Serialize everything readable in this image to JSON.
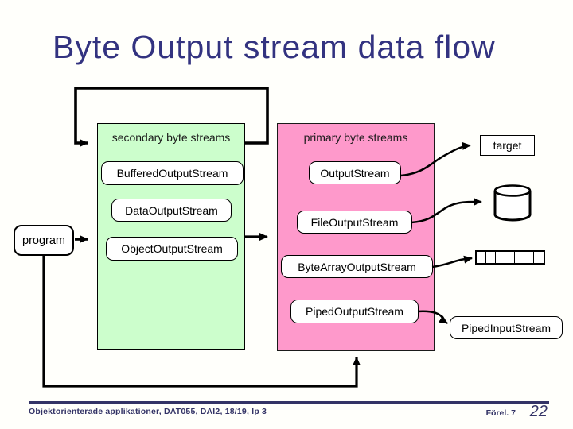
{
  "slide": {
    "title": "Byte Output stream data flow",
    "footer": {
      "left": "Objektorienterade applikationer, DAT055, DAI2, 18/19, lp 3",
      "lecture": "Förel. 7",
      "page": "22"
    }
  },
  "diagram": {
    "program_label": "program",
    "target_label": "target",
    "piped_input_label": "PipedInputStream",
    "secondary": {
      "title": "secondary byte streams",
      "items": [
        "BufferedOutputStream",
        "DataOutputStream",
        "ObjectOutputStream"
      ]
    },
    "primary": {
      "title": "primary byte streams",
      "items": [
        "OutputStream",
        "FileOutputStream",
        "ByteArrayOutputStream",
        "PipedOutputStream"
      ]
    },
    "byte_array_cells": 7,
    "colors": {
      "secondary_bg": "#ccfecc",
      "primary_bg": "#fe99cb",
      "title_text": "#333380",
      "footer_text": "#333366",
      "connector": "#000000"
    }
  }
}
